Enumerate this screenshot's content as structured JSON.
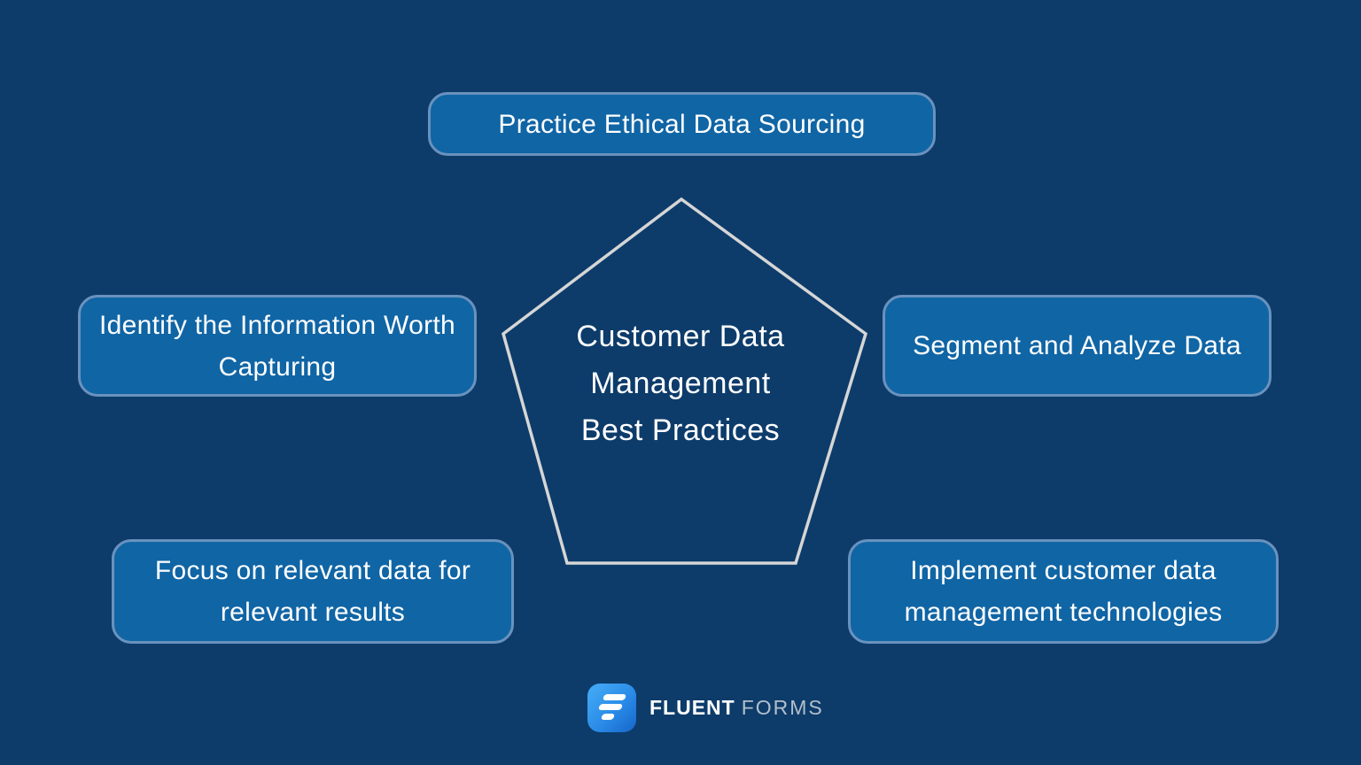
{
  "canvas": {
    "background_color": "#0d3c6b"
  },
  "center": {
    "shape": "pentagon-outline",
    "outline_color": "#d6d6d6",
    "title_lines": [
      "Customer Data",
      "Management",
      "Best Practices"
    ],
    "title_full": "Customer Data Management Best Practices"
  },
  "boxes": {
    "top": {
      "label": "Practice Ethical Data Sourcing"
    },
    "left": {
      "label": "Identify the Information Worth Capturing"
    },
    "right": {
      "label": "Segment and Analyze Data"
    },
    "bottom_left": {
      "label": "Focus on relevant data for relevant results"
    },
    "bottom_right": {
      "label": "Implement customer data management technologies"
    }
  },
  "box_style": {
    "fill_color": "#1065a5",
    "border_color": "#6a92bd",
    "text_color": "#ffffff"
  },
  "logo": {
    "icon": "fluent-forms-icon",
    "icon_gradient": [
      "#45adf6",
      "#1565c8"
    ],
    "brand_bold": "FLUENT",
    "brand_light": "FORMS"
  }
}
